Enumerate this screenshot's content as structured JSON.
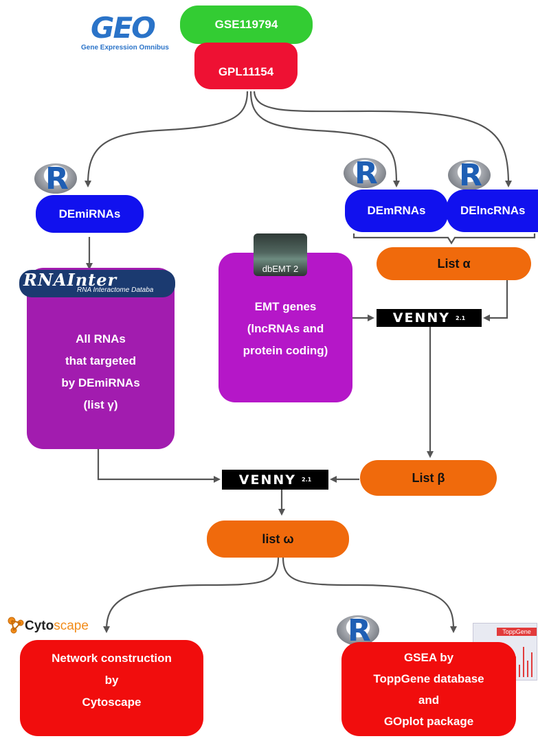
{
  "logos": {
    "geo_word": "GEO",
    "geo_subtitle": "Gene Expression Omnibus",
    "r_letter": "R",
    "rnainter_title": "RNAInter",
    "rnainter_subtitle": "RNA Interactome Databa",
    "dbemt_label": "dbEMT 2",
    "cytoscape_a": "Cyto",
    "cytoscape_b": "scape",
    "toppgene_label": "ToppGene",
    "venny_word": "VENNY",
    "venny_version": "2.1"
  },
  "nodes": {
    "gse": "GSE119794",
    "gpl": "GPL11154",
    "demirnas": "DEmiRNAs",
    "demrnas": "DEmRNAs",
    "delncrnas": "DElncRNAs",
    "list_alpha": "List α",
    "list_beta": "List β",
    "list_omega": "list ω",
    "emt_lines": [
      "EMT genes",
      "(lncRNAs and",
      "protein coding)"
    ],
    "allrnas_lines": [
      "All RNAs",
      "that targeted",
      "by DEmiRNAs",
      "(list γ)"
    ],
    "network_lines": [
      "Network construction",
      "by",
      "Cytoscape"
    ],
    "gsea_lines": [
      "GSEA by",
      "ToppGene database",
      "and",
      "GOplot package"
    ]
  },
  "colors": {
    "green": "#33cc33",
    "red": "#ee1133",
    "blue": "#1111ee",
    "orange": "#f06a0c",
    "purple": "#a21caf",
    "arrow": "#555555"
  }
}
